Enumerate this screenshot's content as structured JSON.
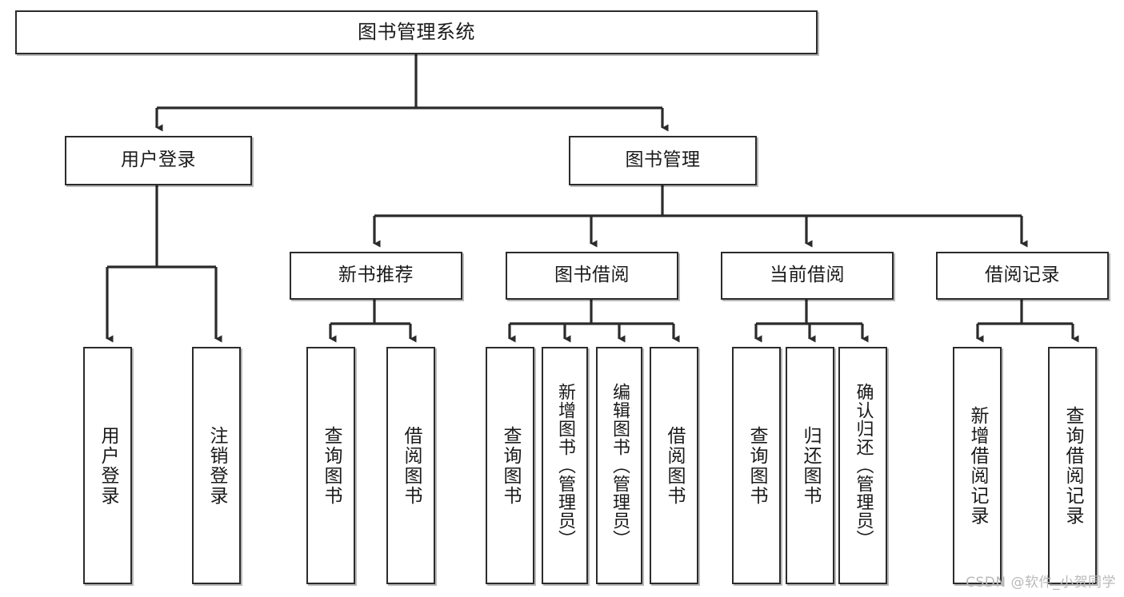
{
  "diagram": {
    "title": "图书管理系统",
    "type": "tree-hierarchy",
    "watermark": "CSDN @软件_小贺同学",
    "stroke_color": "#2b2b2b",
    "fill_color": "#ffffff",
    "text_color": "#1a1a1a",
    "watermark_color": "#b9b9b9"
  },
  "nodes": {
    "root": {
      "label": "图书管理系统"
    },
    "level1": [
      {
        "id": "user-login",
        "label": "用户登录"
      },
      {
        "id": "book-manage",
        "label": "图书管理"
      }
    ],
    "level2": [
      {
        "id": "new-book-recommend",
        "label": "新书推荐"
      },
      {
        "id": "book-borrow",
        "label": "图书借阅"
      },
      {
        "id": "current-borrow",
        "label": "当前借阅"
      },
      {
        "id": "borrow-record",
        "label": "借阅记录"
      }
    ],
    "leaves": {
      "user_login": [
        {
          "id": "leaf-user-login",
          "label": "用户登录"
        },
        {
          "id": "leaf-logout-login",
          "label": "注销登录"
        }
      ],
      "new_book_recommend": [
        {
          "id": "leaf-query-book-1",
          "label": "查询图书"
        },
        {
          "id": "leaf-borrow-book-1",
          "label": "借阅图书"
        }
      ],
      "book_borrow": [
        {
          "id": "leaf-query-book-2",
          "label": "查询图书"
        },
        {
          "id": "leaf-add-book",
          "label": "新增图书（管理员）"
        },
        {
          "id": "leaf-edit-book",
          "label": "编辑图书（管理员）"
        },
        {
          "id": "leaf-borrow-book-2",
          "label": "借阅图书"
        }
      ],
      "current_borrow": [
        {
          "id": "leaf-query-book-3",
          "label": "查询图书"
        },
        {
          "id": "leaf-return-book",
          "label": "归还图书"
        },
        {
          "id": "leaf-confirm-return",
          "label": "确认归还（管理员）"
        }
      ],
      "borrow_record": [
        {
          "id": "leaf-add-record",
          "label": "新增借阅记录"
        },
        {
          "id": "leaf-query-record",
          "label": "查询借阅记录"
        }
      ]
    }
  }
}
